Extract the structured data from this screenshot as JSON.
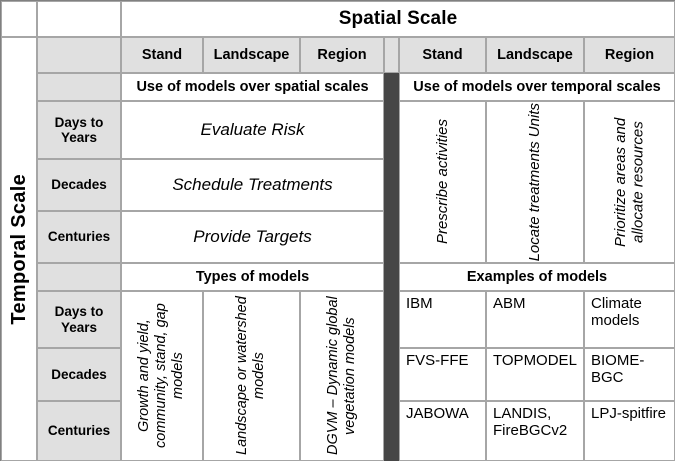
{
  "figure": {
    "kind": "matrix-table",
    "axis_titles": {
      "horizontal": "Spatial Scale",
      "vertical": "Temporal Scale"
    },
    "colors": {
      "header_shade": "#e0e0e0",
      "divider_dark": "#464646",
      "grid_line": "#a6a6a6",
      "page_background": "#ffffff"
    }
  },
  "spatial_headers": {
    "left_block": [
      "Stand",
      "Landscape",
      "Region"
    ],
    "right_block": [
      "Stand",
      "Landscape",
      "Region"
    ]
  },
  "bands": {
    "upper_left": "Use of models over spatial scales",
    "upper_right": "Use of models over temporal scales",
    "lower_left": "Types of models",
    "lower_right": "Examples of models"
  },
  "temporal_labels": {
    "upper": [
      "Days to Years",
      "Decades",
      "Centuries"
    ],
    "lower": [
      "Days to Years",
      "Decades",
      "Centuries"
    ]
  },
  "upper_left_cells": [
    "Evaluate Risk",
    "Schedule Treatments",
    "Provide Targets"
  ],
  "upper_right_cells": [
    "Prescribe activities",
    "Locate treatments Units",
    "Prioritize areas and allocate resources"
  ],
  "lower_left_cells": [
    "Growth and yield, community, stand, gap models",
    "Landscape or watershed models",
    "DGVM – Dynamic global vegetation models"
  ],
  "lower_right_rows": [
    {
      "label": "Days to Years",
      "stand": "IBM",
      "landscape": "ABM",
      "region": "Climate models"
    },
    {
      "label": "Decades",
      "stand": "FVS-FFE",
      "landscape": "TOPMODEL",
      "region": "BIOME-BGC"
    },
    {
      "label": "Centuries",
      "stand": "JABOWA",
      "landscape": "LANDIS, FireBGCv2",
      "region": "LPJ-spitfire"
    }
  ]
}
